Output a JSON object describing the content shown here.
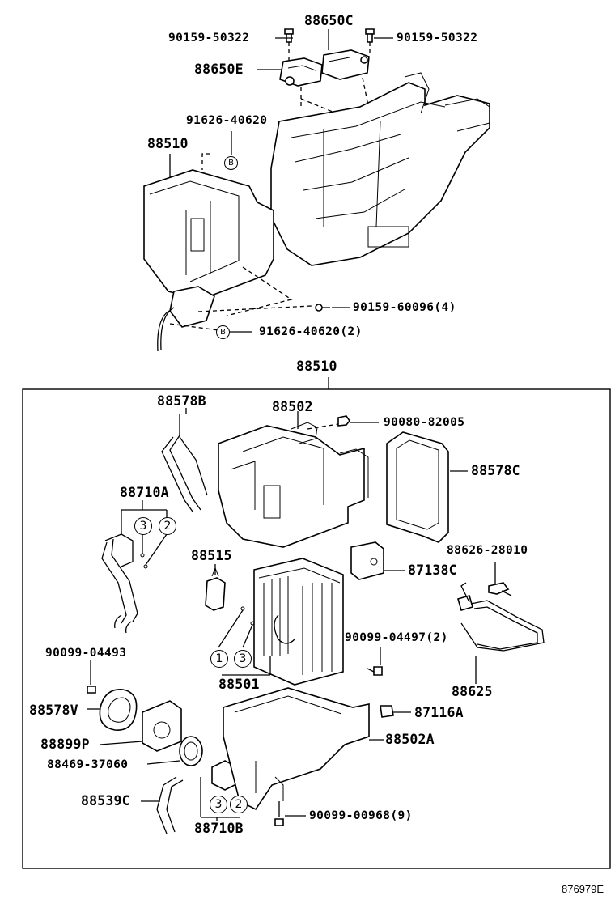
{
  "diagram": {
    "upper_assembly": {
      "labels": {
        "p88650C": "88650C",
        "p90159_50322_left": "90159-50322",
        "p90159_50322_right": "90159-50322",
        "p88650E": "88650E",
        "p91626_40620": "91626-40620",
        "p88510": "88510",
        "p90159_60096": "90159-60096(4)",
        "p91626_40620_2": "91626-40620(2)"
      },
      "markers": {
        "b_upper": "B",
        "b_lower": "B"
      }
    },
    "box": {
      "title": "88510"
    },
    "lower_assembly": {
      "labels": {
        "p88578B": "88578B",
        "p88502": "88502",
        "p90080_82005": "90080-82005",
        "p88578C": "88578C",
        "p88710A": "88710A",
        "p88626_28010": "88626-28010",
        "p88515": "88515",
        "p87138C": "87138C",
        "p90099_04497": "90099-04497(2)",
        "p90099_04493": "90099-04493",
        "p88501": "88501",
        "p88625": "88625",
        "p88578V": "88578V",
        "p87116A": "87116A",
        "p88899P": "88899P",
        "p88502A": "88502A",
        "p88469_37060": "88469-37060",
        "p88539C": "88539C",
        "p90099_00968": "90099-00968(9)",
        "p88710B": "88710B"
      },
      "markers": {
        "n3_a": "3",
        "n2_a": "2",
        "n1_b": "1",
        "n3_b": "3",
        "n3_c": "3",
        "n2_c": "2"
      }
    },
    "diagram_code": "876979E"
  }
}
